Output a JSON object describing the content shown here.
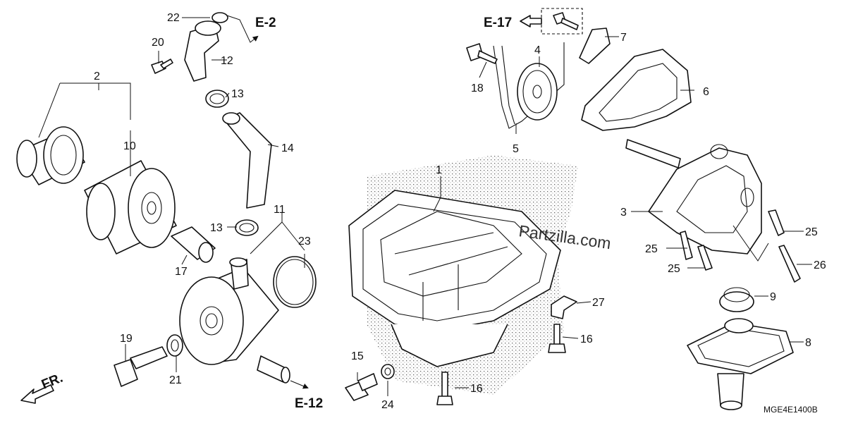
{
  "diagram": {
    "code": "MGE4E1400B",
    "watermark": "Partzilla.com",
    "refs": {
      "e2": "E-2",
      "e17": "E-17",
      "e12": "E-12",
      "fr": "FR."
    },
    "callouts": {
      "c1": "1",
      "c2": "2",
      "c3": "3",
      "c4": "4",
      "c5": "5",
      "c6": "6",
      "c7": "7",
      "c8": "8",
      "c9": "9",
      "c10": "10",
      "c11": "11",
      "c12": "12",
      "c13a": "13",
      "c13b": "13",
      "c14": "14",
      "c15": "15",
      "c16a": "16",
      "c16b": "16",
      "c17": "17",
      "c18": "18",
      "c19": "19",
      "c20": "20",
      "c21": "21",
      "c22": "22",
      "c23": "23",
      "c24": "24",
      "c25a": "25",
      "c25b": "25",
      "c25c": "25",
      "c26": "26",
      "c27": "27"
    }
  }
}
